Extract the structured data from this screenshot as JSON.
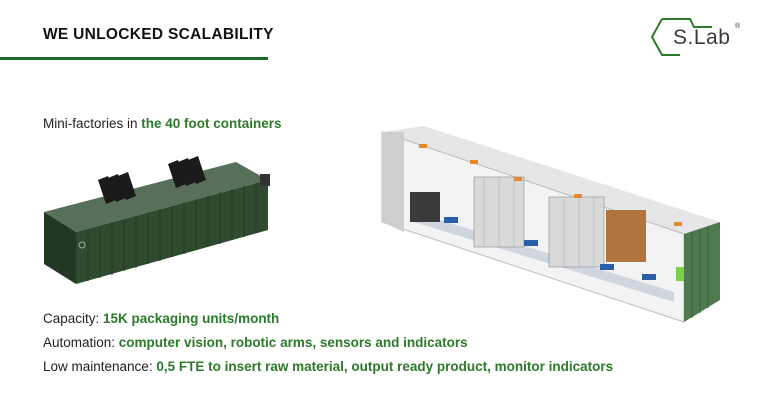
{
  "header": {
    "title": "WE UNLOCKED SCALABILITY"
  },
  "logo": {
    "text": "S.Lab",
    "reg": "®"
  },
  "intro": {
    "prefix": "Mini-factories in ",
    "highlight": "the 40 foot containers"
  },
  "facts": [
    {
      "label": "Capacity: ",
      "value": "15K packaging units/month"
    },
    {
      "label": "Automation: ",
      "value": "computer vision, robotic arms, sensors and indicators"
    },
    {
      "label": "Low maintenance: ",
      "value": "0,5 FTE to insert raw material, output ready product, monitor indicators"
    }
  ],
  "colors": {
    "accent": "#2d7a2a",
    "rule": "#1f6a2c",
    "container": "#2f4a2f"
  },
  "images": [
    "container-exterior",
    "container-cutaway"
  ]
}
